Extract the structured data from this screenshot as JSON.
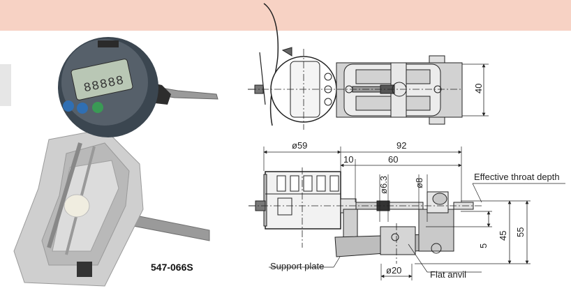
{
  "header": {
    "band_color": "#f7d2c4"
  },
  "product": {
    "model": "547-066S",
    "display_digits": "88888"
  },
  "drawing": {
    "top_view": {
      "dim_height": "40"
    },
    "side_view": {
      "dim_dia_59": "ø59",
      "dim_92": "92",
      "dim_10": "10",
      "dim_60": "60",
      "dim_dia_6_3": "ø6.3",
      "dim_dia_8": "ø8",
      "dim_5": "5",
      "dim_45": "45",
      "dim_55": "55",
      "dim_dia_20": "ø20"
    },
    "callouts": {
      "effective_throat_depth": "Effective throat depth",
      "support_plate": "Support plate",
      "flat_anvil": "Flat anvil"
    }
  },
  "colors": {
    "frame_gray": "#c9c9c9",
    "frame_dark": "#8a8a8a",
    "line": "#222222",
    "gauge_body": "#3b4650",
    "lcd": "#b9c7b5",
    "button_blue": "#2f6fb3",
    "button_green": "#3a9a55"
  }
}
